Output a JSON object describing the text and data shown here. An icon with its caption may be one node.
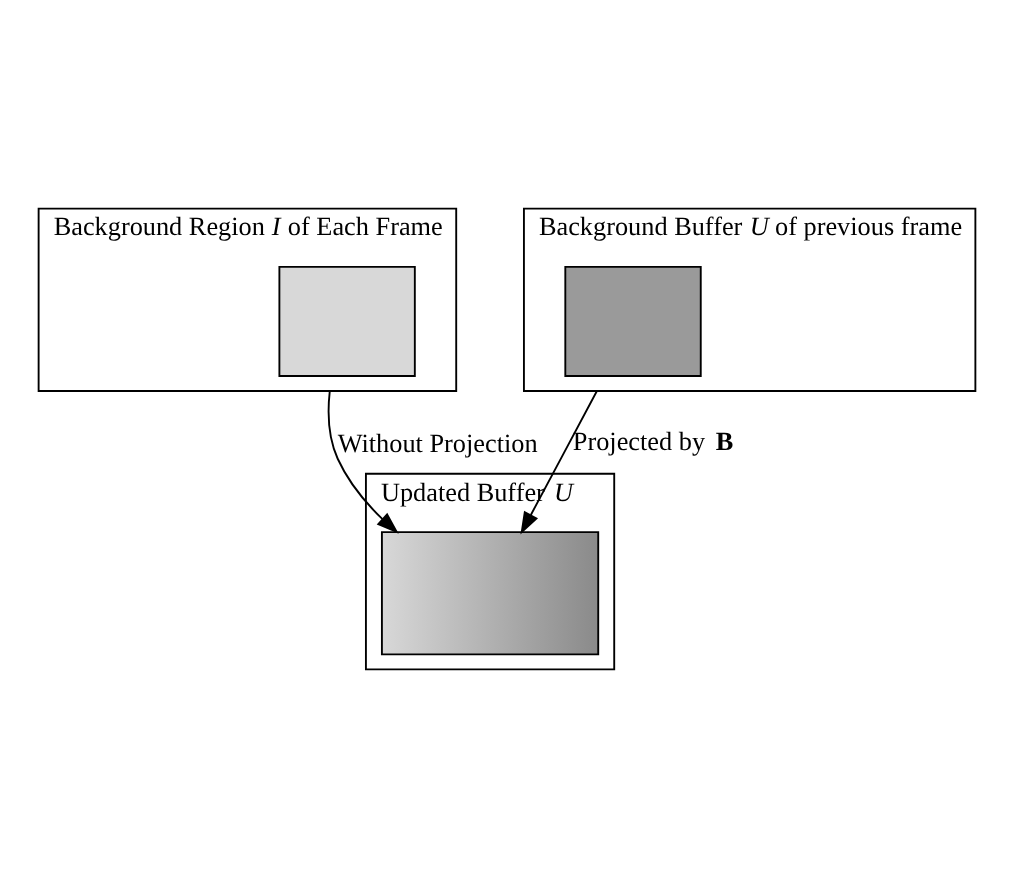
{
  "diagram": {
    "nodes": [
      {
        "text": [
          "Background Region *I* of Each Frame"
        ]
      },
      {
        "text": [],
        "shape": "box",
        "in": 0
      },
      {
        "text": [
          "Background Buffer *U* of previous frame"
        ]
      },
      {
        "text": [],
        "shape": "box",
        "in": 2
      },
      {
        "text": [
          "Updated Buffer *U*"
        ]
      },
      {
        "text": [],
        "shape": "picture",
        "in": 4
      }
    ],
    "edges": [
      {
        "from": 0,
        "to": 5,
        "arrow": "to",
        "label": "Without Projection"
      },
      {
        "from": 2,
        "to": 5,
        "arrow": "to",
        "label": "Projected by **B**"
      }
    ]
  }
}
